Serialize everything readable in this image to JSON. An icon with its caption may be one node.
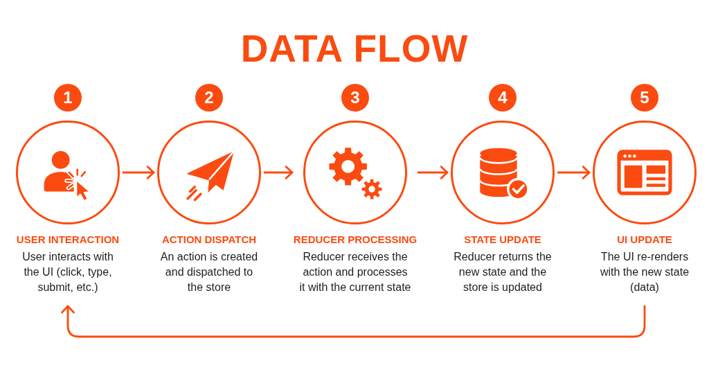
{
  "diagram": {
    "title": "DATA FLOW",
    "nodes": [
      {
        "text": [
          "USER INTERACTION",
          "User interacts with the UI (click, type, submit, etc.)"
        ],
        "beside": [
          "1"
        ]
      },
      {
        "text": [
          "ACTION DISPATCH",
          "An action is created and dispatched to the store"
        ],
        "beside": [
          "2"
        ]
      },
      {
        "text": [
          "REDUCER PROCESSING",
          "Reducer receives the action and processes it with the current state"
        ],
        "beside": [
          "3"
        ]
      },
      {
        "text": [
          "STATE UPDATE",
          "Reducer returns the new state and the store is updated"
        ],
        "beside": [
          "4"
        ]
      },
      {
        "text": [
          "UI UPDATE",
          "The UI re-renders with the new state (data)"
        ],
        "beside": [
          "5"
        ]
      }
    ],
    "edges": [
      {
        "from": 0,
        "to": 1,
        "arrow": "to"
      },
      {
        "from": 1,
        "to": 2,
        "arrow": "to"
      },
      {
        "from": 2,
        "to": 3,
        "arrow": "to"
      },
      {
        "from": 3,
        "to": 4,
        "arrow": "to"
      },
      {
        "from": 4,
        "to": 0,
        "arrow": "to"
      }
    ]
  }
}
